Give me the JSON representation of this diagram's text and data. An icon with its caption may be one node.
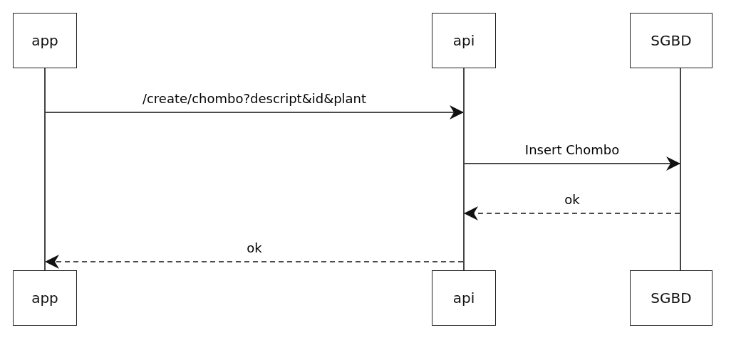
{
  "diagram": {
    "nodes": [
      {
        "text": [
          "app"
        ]
      },
      {
        "text": [
          "api"
        ]
      },
      {
        "text": [
          "SGBD"
        ]
      },
      {
        "text": [],
        "shape": "line"
      },
      {
        "text": [],
        "shape": "line"
      },
      {
        "text": [],
        "shape": "line"
      },
      {
        "text": [
          "app"
        ]
      },
      {
        "text": [
          "api"
        ]
      },
      {
        "text": [
          "SGBD"
        ]
      }
    ],
    "edges": [
      {
        "from": 3,
        "to": 4,
        "arrow": "to",
        "label": "/create/chombo?descript&id&plant"
      },
      {
        "from": 4,
        "to": 5,
        "arrow": "to",
        "label": "Insert Chombo"
      },
      {
        "from": 5,
        "to": 4,
        "arrow": "to",
        "label": "ok",
        "style": "dashed"
      },
      {
        "from": 4,
        "to": 3,
        "arrow": "to",
        "label": "ok",
        "style": "dashed"
      }
    ]
  }
}
